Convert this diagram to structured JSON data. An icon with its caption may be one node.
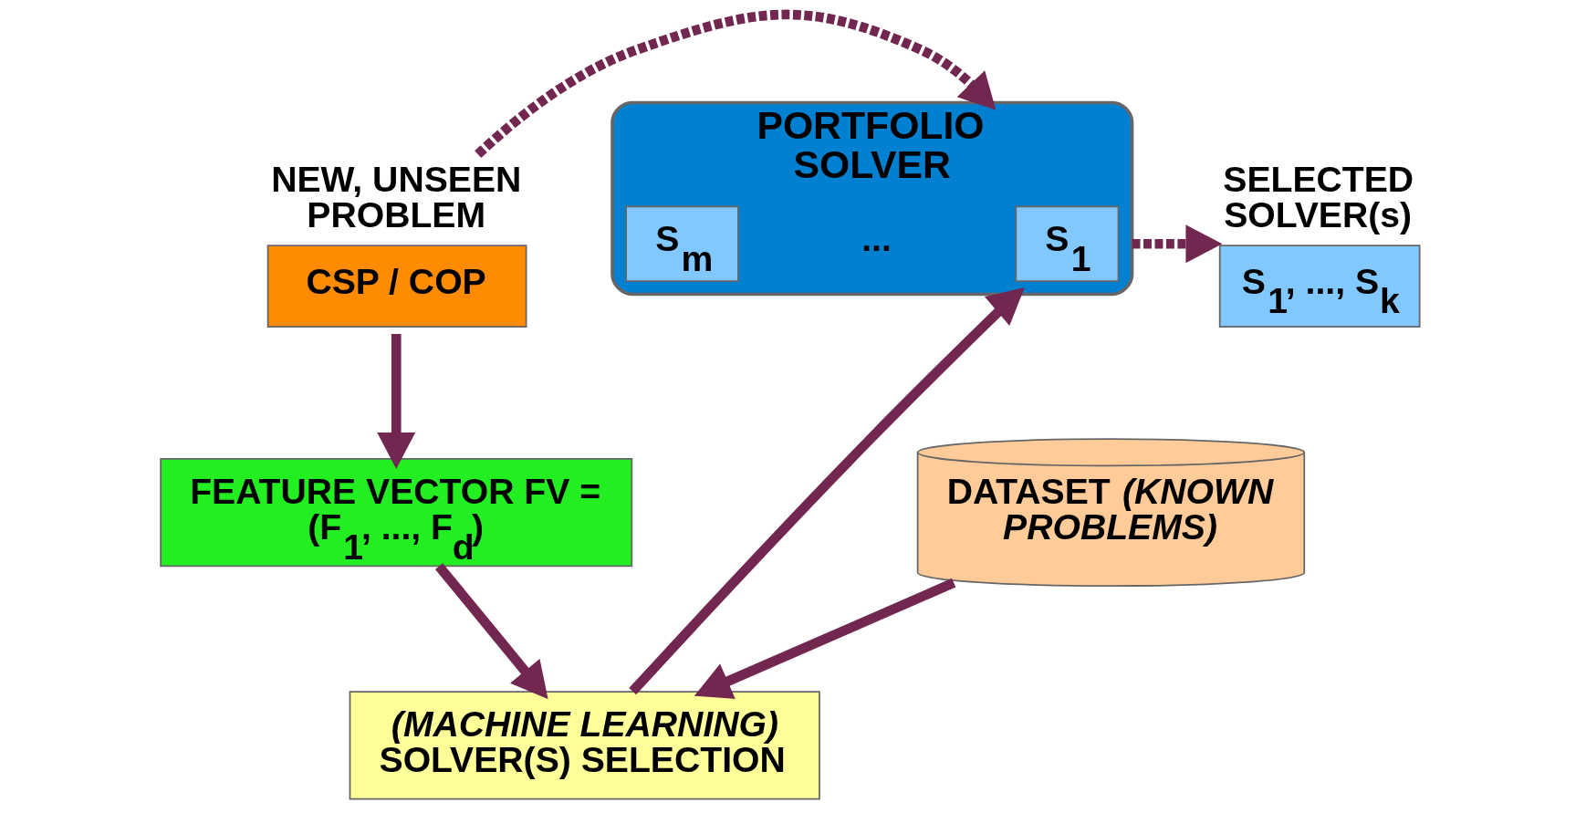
{
  "diagram": {
    "nodes": [
      {
        "text": [
          "NEW, UNSEEN PROBLEM",
          "CSP / COP"
        ]
      },
      {
        "text": [
          "PORTFOLIO SOLVER"
        ]
      },
      {
        "text": [
          "S$_{1}$"
        ],
        "in": 1
      },
      {
        "text": [
          "S$_{m}$"
        ],
        "in": 1
      },
      {
        "text": [
          "SELECTED SOLVER(s)",
          "S$_{1}$, ..., S$_{k}$"
        ]
      },
      {
        "text": [
          "FEATURE VECTOR FV = (F$_{1}$, ..., F$_{d}$)"
        ]
      },
      {
        "text": [
          "*(MACHINE LEARNING)* SOLVER(S) SELECTION"
        ]
      },
      {
        "text": [
          "DATASET *(KNOWN PROBLEMS)*"
        ]
      }
    ],
    "edges": [
      {
        "from": 0,
        "to": 1,
        "arrow": "to",
        "style": "dashed"
      },
      {
        "from": 1,
        "to": 4,
        "arrow": "to",
        "style": "dashed"
      },
      {
        "from": 0,
        "to": 5,
        "arrow": "to"
      },
      {
        "from": 5,
        "to": 6,
        "arrow": "to"
      },
      {
        "from": 7,
        "to": 6,
        "arrow": "to"
      },
      {
        "from": 6,
        "to": 1,
        "arrow": "to"
      }
    ],
    "labels": [
      "..."
    ]
  }
}
